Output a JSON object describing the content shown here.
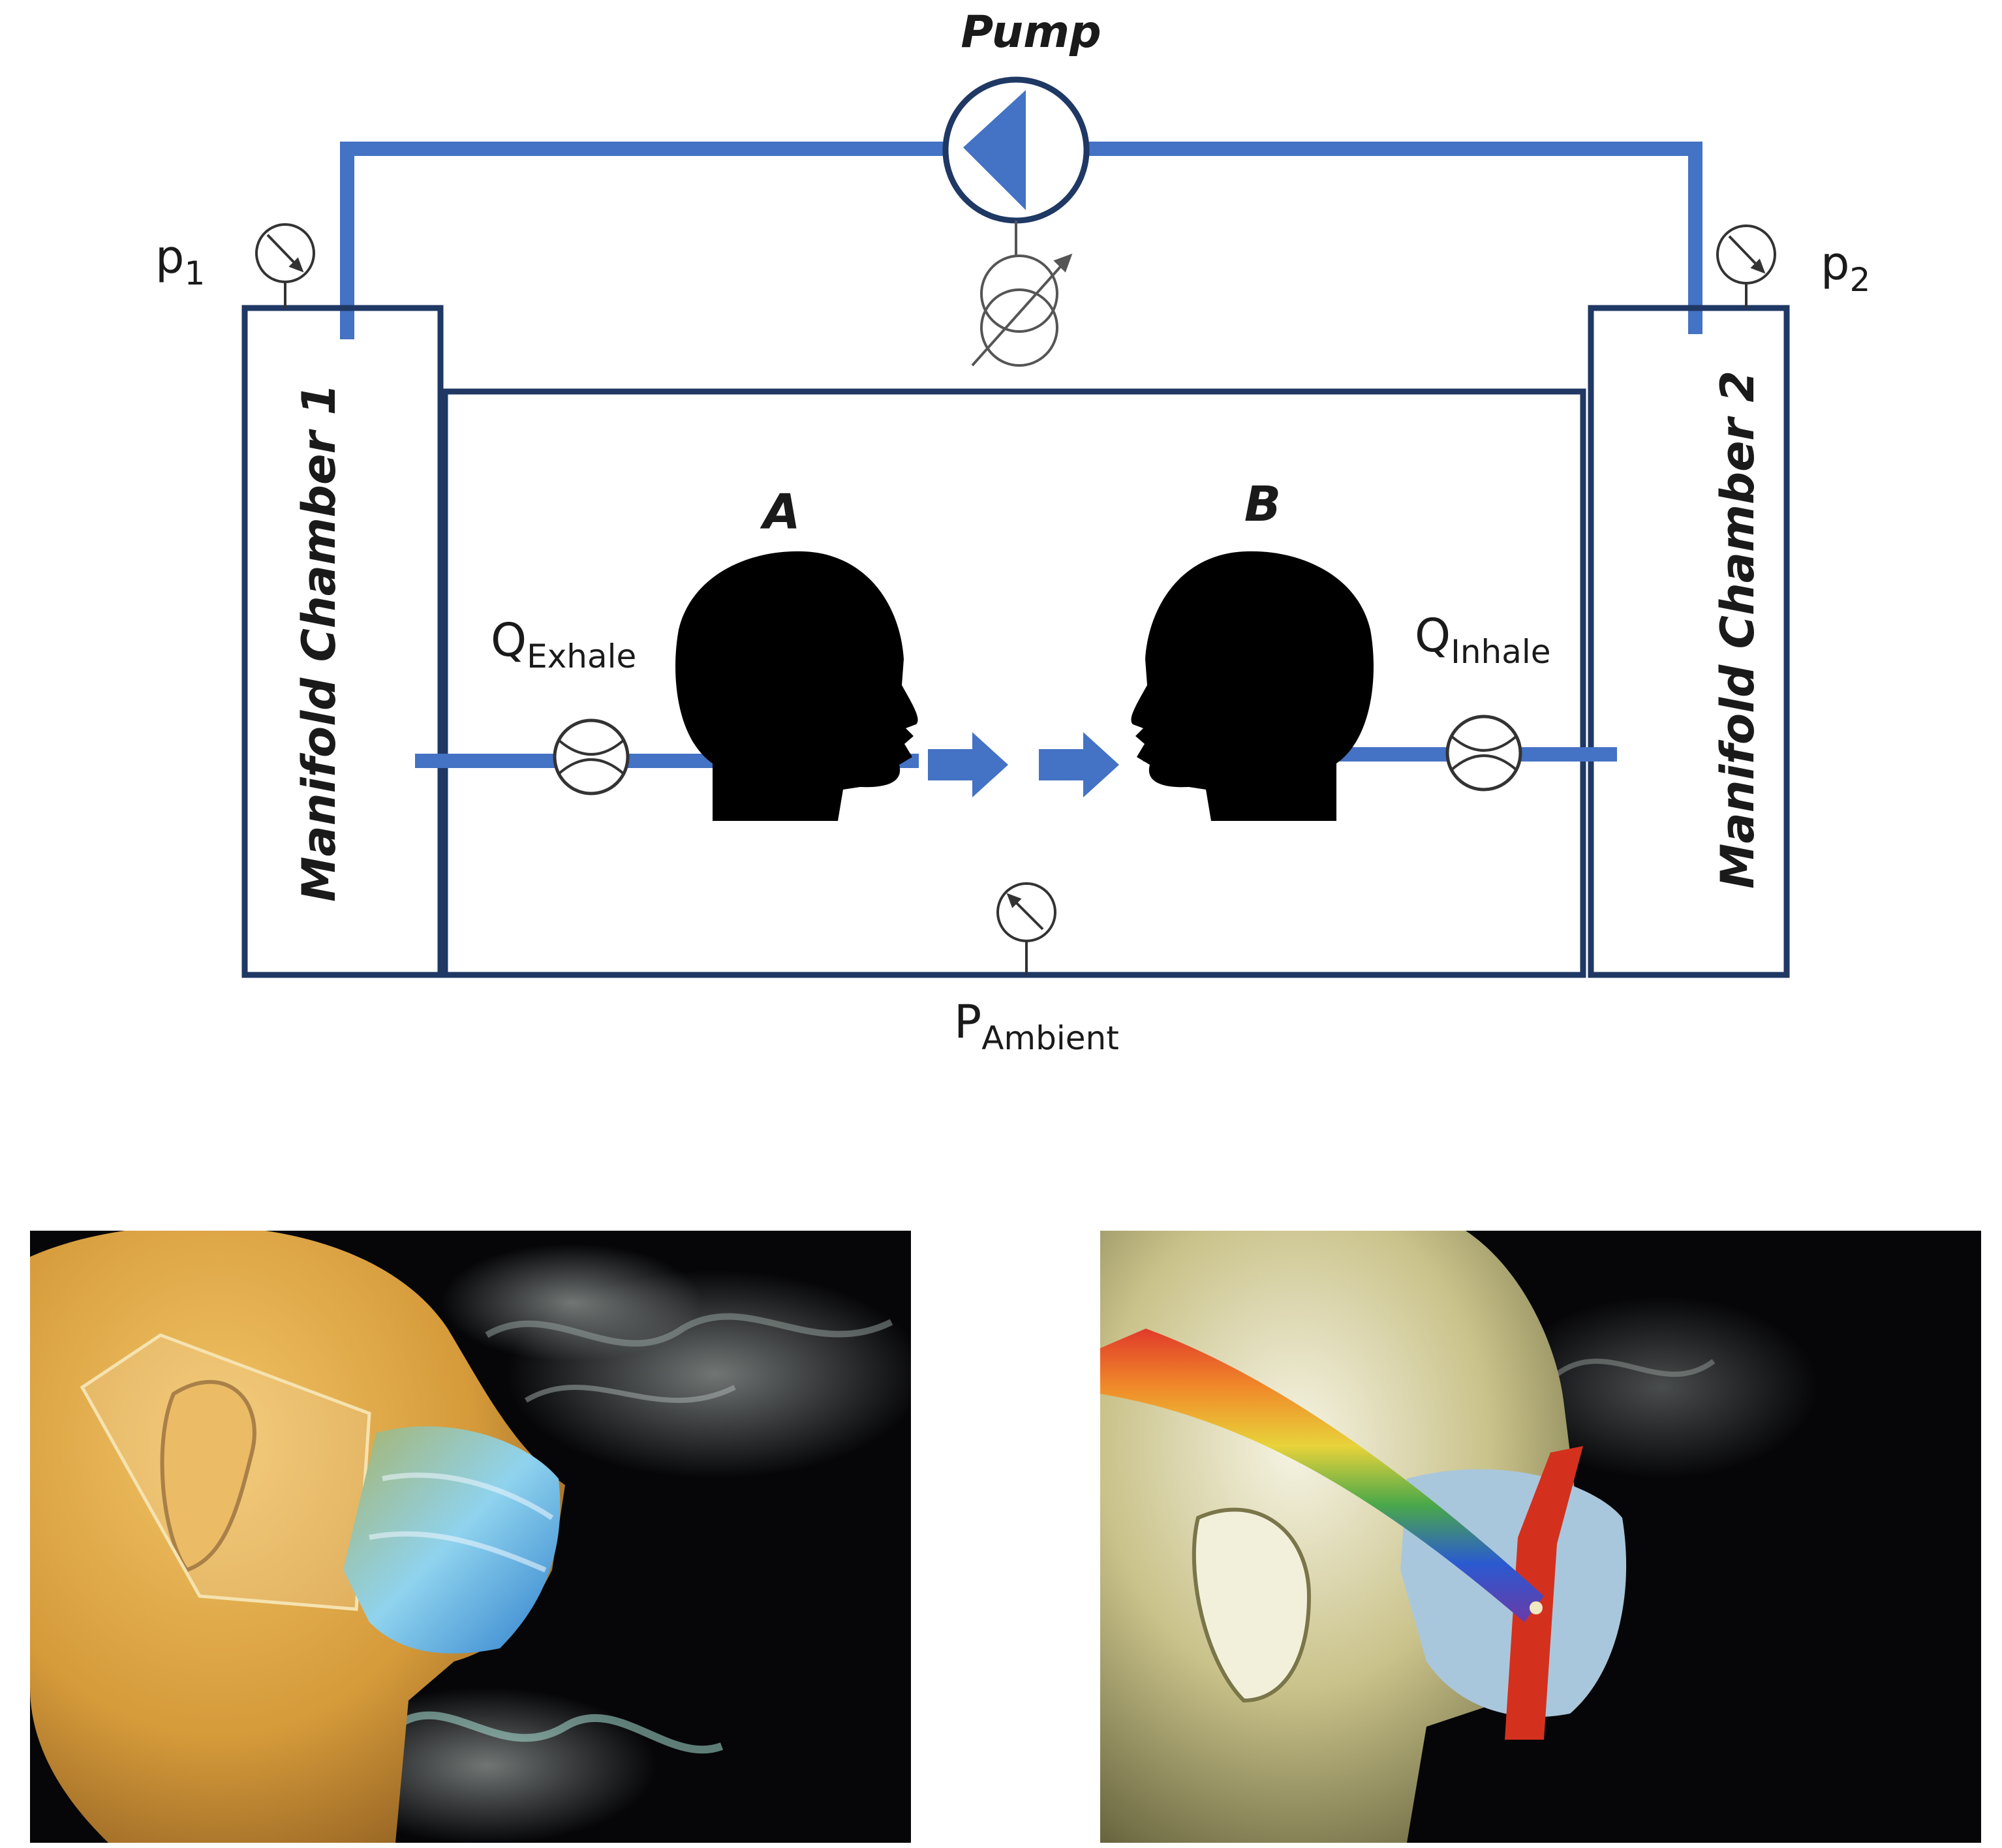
{
  "labels": {
    "pump": "Pump",
    "p1": "p",
    "p1_sub": "1",
    "p2": "p",
    "p2_sub": "2",
    "chamber1": "Manifold Chamber 1",
    "chamber2": "Manifold Chamber 2",
    "head_a": "A",
    "head_b": "B",
    "q_exhale": "Q",
    "q_exhale_sub": "Exhale",
    "q_inhale": "Q",
    "q_inhale_sub": "Inhale",
    "p_ambient": "P",
    "p_ambient_sub": "Ambient"
  },
  "colors": {
    "pipe": "#4472c4",
    "frame": "#1f3864",
    "head": "#000000"
  },
  "photos": {
    "left": "mannequin-head-with-face-shield-and-surgical-mask-smoke",
    "right": "mannequin-head-with-mask-and-rainbow-strap-smoke"
  }
}
